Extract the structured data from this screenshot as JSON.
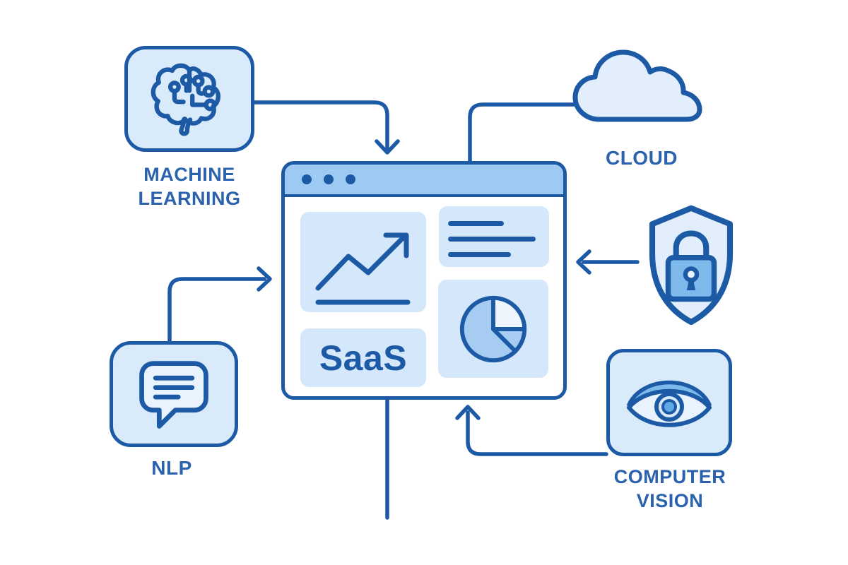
{
  "diagram_title": "SaaS platform technology diagram",
  "palette": {
    "background": "#ffffff",
    "stroke_dark_blue": "#1d5aa6",
    "label_text_blue": "#2b62ad",
    "node_fill_light": "#d9eafb",
    "soft_fill": "#e2eefb",
    "inner_fill": "#e9f3fd",
    "titlebar_fill": "#9ccaf2",
    "card_fill": "#d5e7fa",
    "accent_medium_blue": "#7db9ea",
    "pie_body_blue": "#a6cdf1",
    "pie_slice_light": "#eef5fd"
  },
  "nodes": {
    "machine_learning": {
      "label": "MACHINE LEARNING",
      "icon": "brain-circuit-icon"
    },
    "cloud": {
      "label": "CLOUD",
      "icon": "cloud-icon"
    },
    "security": {
      "label": "",
      "icon": "shield-lock-icon"
    },
    "nlp": {
      "label": "NLP",
      "icon": "chat-bubble-icon"
    },
    "computer_vision": {
      "label": "COMPUTER VISION",
      "icon": "eye-icon"
    }
  },
  "browser": {
    "name": "SaaS application window",
    "titlebar_dot_count": 3,
    "cards": {
      "line_chart": {
        "icon": "line-chart-icon"
      },
      "text_lines": {
        "icon": "text-lines-icon",
        "line_count": 3
      },
      "saas": {
        "label": "SaaS"
      },
      "pie_chart": {
        "icon": "pie-chart-icon"
      }
    }
  },
  "connections": [
    {
      "from": "machine-learning",
      "to": "saas-window",
      "arrowhead": "into-window-top"
    },
    {
      "from": "saas-window",
      "to": "cloud",
      "arrowhead": "none"
    },
    {
      "from": "security-shield",
      "to": "saas-window",
      "arrowhead": "toward-window-right"
    },
    {
      "from": "nlp",
      "to": "saas-window",
      "arrowhead": "toward-window-left"
    },
    {
      "from": "computer-vision",
      "to": "saas-window",
      "arrowhead": "into-window-bottom"
    },
    {
      "from": "saas-window",
      "to": "offscreen-bottom",
      "arrowhead": "none"
    }
  ]
}
